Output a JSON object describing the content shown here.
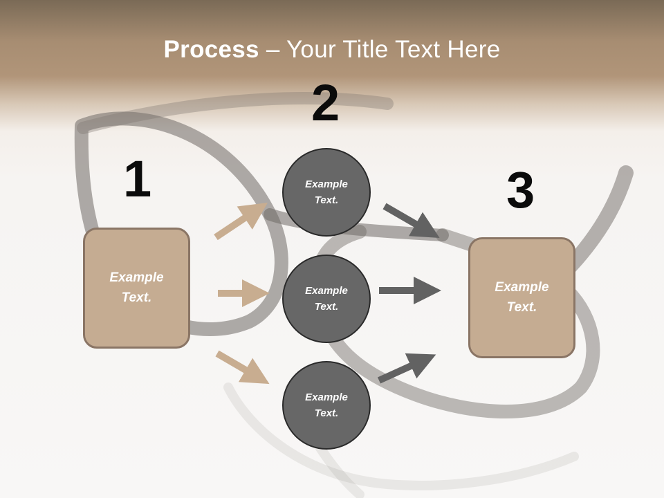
{
  "title": {
    "bold": "Process",
    "rest": " – Your Title Text Here"
  },
  "steps": [
    {
      "number": "1",
      "text": "Example Text."
    },
    {
      "number": "2",
      "text": "Example Text."
    },
    {
      "number": "3",
      "text": "Example Text."
    }
  ],
  "circles": [
    {
      "text": "Example Text."
    },
    {
      "text": "Example Text."
    },
    {
      "text": "Example Text."
    }
  ],
  "colors": {
    "header": "#a78d72",
    "box_fill": "#c5ac92",
    "box_border": "#8a7565",
    "circle_fill": "#676767",
    "tan_arrow": "#c8ad90",
    "gray_arrow": "#626262"
  }
}
